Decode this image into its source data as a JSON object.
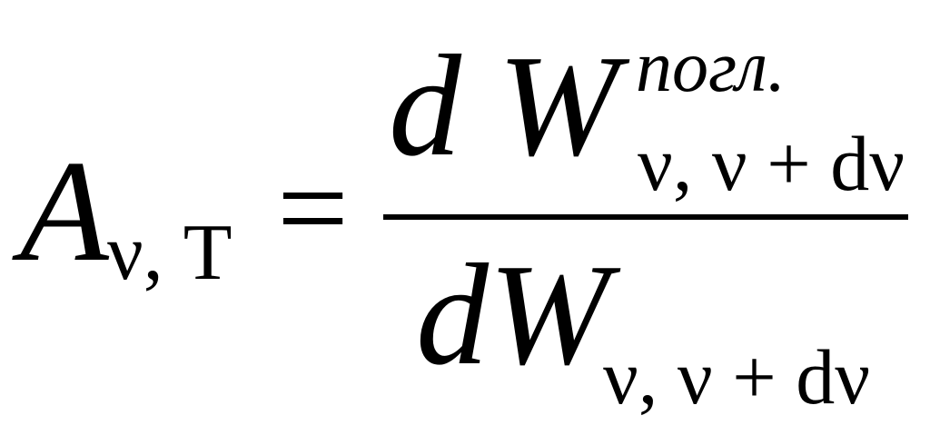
{
  "formula": {
    "lhs": {
      "symbol": "A",
      "subscript": "ν, T"
    },
    "equals": "=",
    "numerator": {
      "differential": "d W",
      "superscript": "погл.",
      "subscript": "ν, ν + dν"
    },
    "denominator": {
      "differential": "dW",
      "subscript": "ν, ν + dν"
    }
  }
}
